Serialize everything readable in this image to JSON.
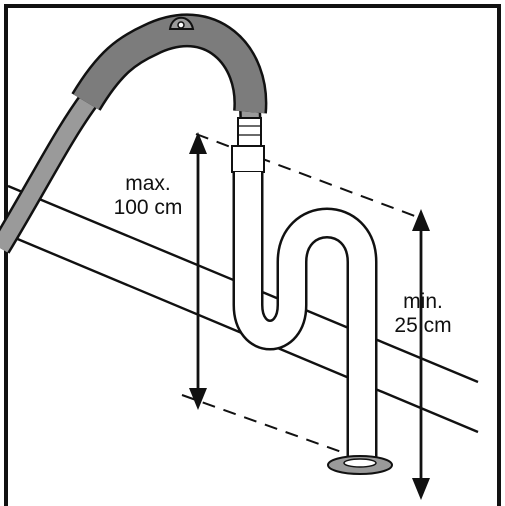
{
  "labels": {
    "max_line1": "max.",
    "max_line2": "100 cm",
    "min_line1": "min.",
    "min_line2": "25 cm"
  },
  "values": {
    "max_height_cm": 100,
    "min_height_cm": 25
  },
  "colors": {
    "outline": "#111111",
    "hose_gray": "#9a9a9a",
    "hose_dark_gray": "#7c7c7c",
    "pipe_fill": "#ffffff",
    "background": "#ffffff"
  }
}
